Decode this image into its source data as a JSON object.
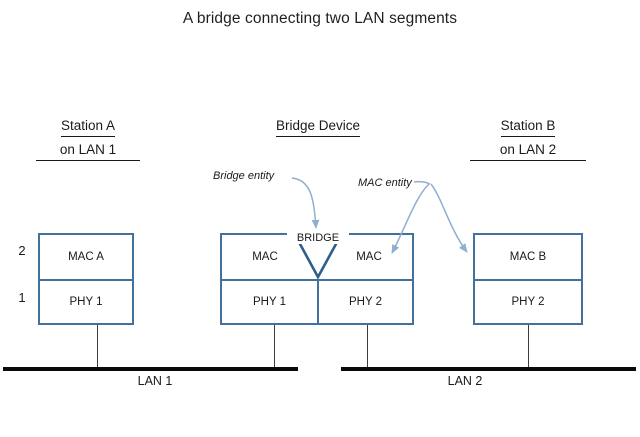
{
  "title": "A bridge connecting two LAN segments",
  "headings": {
    "station_a": {
      "line1": "Station A",
      "line2": "on LAN 1"
    },
    "bridge": {
      "line1": "Bridge Device"
    },
    "station_b": {
      "line1": "Station B",
      "line2": "on LAN 2"
    }
  },
  "layers": {
    "upper": "2",
    "lower": "1"
  },
  "station_a_stack": {
    "mac": "MAC A",
    "phy": "PHY 1"
  },
  "bridge_stack": {
    "mac_left": "MAC",
    "mac_right": "MAC",
    "bridge_label": "BRIDGE",
    "phy_left": "PHY 1",
    "phy_right": "PHY 2"
  },
  "station_b_stack": {
    "mac": "MAC B",
    "phy": "PHY 2"
  },
  "buses": {
    "lan1": "LAN 1",
    "lan2": "LAN 2"
  },
  "annotations": {
    "bridge_entity": "Bridge entity",
    "mac_entity": "MAC entity"
  },
  "colors": {
    "box_border": "#41719c",
    "arrow": "#8faed0",
    "bus": "#0a0a0a",
    "drop_line": "#3d3d3d",
    "text": "#1a1a1a"
  }
}
